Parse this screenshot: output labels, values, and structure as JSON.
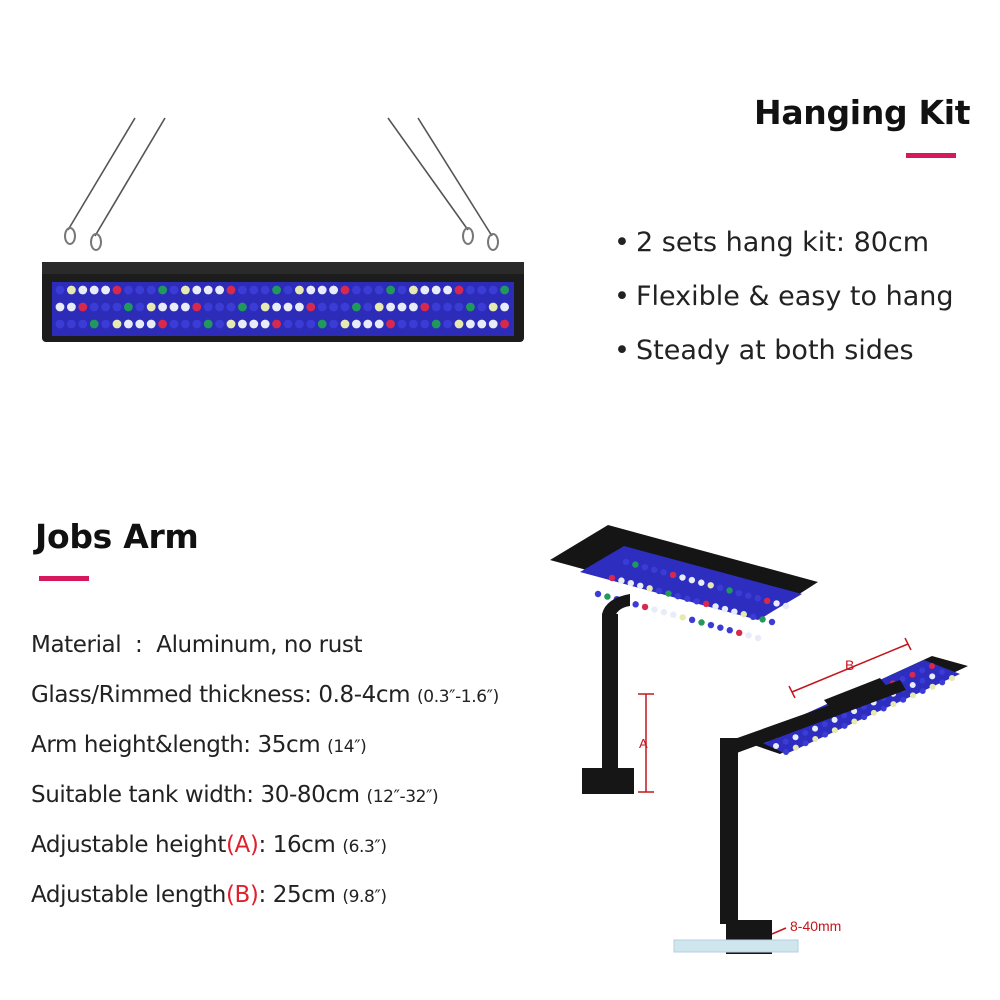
{
  "hanging_kit": {
    "title": "Hanging Kit",
    "bullet_glyph": "•",
    "bullets": [
      "2 sets hang kit: 80cm",
      "Flexible & easy to hang",
      "Steady at both sides"
    ]
  },
  "jobs_arm": {
    "title": "Jobs Arm",
    "specs": [
      {
        "label": "Material  :  Aluminum, no rust",
        "marker": "",
        "tail": "",
        "small": ""
      },
      {
        "label": "Glass/Rimmed thickness",
        "marker": "",
        "tail": ": 0.8-4cm ",
        "small": "(0.3″-1.6″)"
      },
      {
        "label": "Arm height&length",
        "marker": "",
        "tail": ": 35cm ",
        "small": "(14″)"
      },
      {
        "label": "Suitable tank width",
        "marker": "",
        "tail": ": 30-80cm ",
        "small": "(12″-32″)"
      },
      {
        "label": "Adjustable height",
        "marker": "(A)",
        "tail": ": 16cm ",
        "small": "(6.3″)"
      },
      {
        "label": "Adjustable length",
        "marker": "(B)",
        "tail": ": 25cm ",
        "small": "(9.8″)"
      }
    ]
  },
  "diagram": {
    "label_a": "A",
    "label_b": "B",
    "clamp_range": "8-40mm"
  },
  "colors": {
    "accent": "#d6195c",
    "marker_red": "#e0202a",
    "dimension_red": "#c4161c",
    "frame": "#1c1c1c",
    "led_blue": "#3b3bd6",
    "led_green": "#1f9a5a",
    "led_red": "#d8294d",
    "led_white": "#e8ecf8",
    "led_yellow": "#e6e9b0"
  }
}
